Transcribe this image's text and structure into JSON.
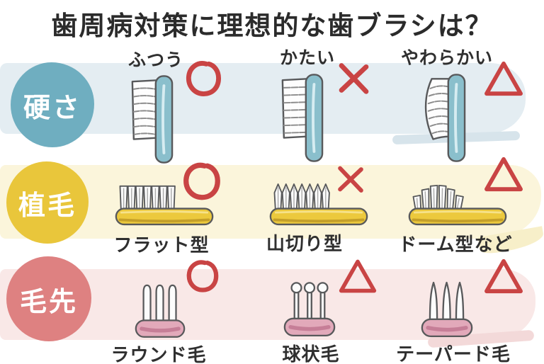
{
  "title": "歯周病対策に理想的な歯ブラシは？",
  "colors": {
    "mark_red": "#c94444",
    "handle_teal": "#8abfcc",
    "handle_yellow": "#ecc93d",
    "base_pink": "#e2a9ba",
    "text": "#2f2f2f"
  },
  "rows": [
    {
      "label": "硬さ",
      "theme": {
        "circle_color": "#6faec0",
        "band_color": "#e4edf2"
      },
      "items": [
        {
          "label": "ふつう",
          "rating": "circle",
          "illustration": "toothbrush-side-normal"
        },
        {
          "label": "かたい",
          "rating": "cross",
          "illustration": "toothbrush-side-hard"
        },
        {
          "label": "やわらかい",
          "rating": "triangle",
          "illustration": "toothbrush-side-soft"
        }
      ]
    },
    {
      "label": "植毛",
      "theme": {
        "circle_color": "#e9c63b",
        "band_color": "#fbf5db"
      },
      "items": [
        {
          "label": "フラット型",
          "rating": "circle",
          "illustration": "bristle-row-flat"
        },
        {
          "label": "山切り型",
          "rating": "cross",
          "illustration": "bristle-row-zigzag"
        },
        {
          "label": "ドーム型など",
          "rating": "triangle",
          "illustration": "bristle-row-dome"
        }
      ]
    },
    {
      "label": "毛先",
      "theme": {
        "circle_color": "#de8181",
        "band_color": "#f9e8e7"
      },
      "items": [
        {
          "label": "ラウンド毛",
          "rating": "circle",
          "illustration": "bristle-tip-round"
        },
        {
          "label": "球状毛",
          "rating": "triangle",
          "illustration": "bristle-tip-ball"
        },
        {
          "label": "テーパード毛",
          "rating": "triangle",
          "illustration": "bristle-tip-tapered"
        }
      ]
    }
  ]
}
